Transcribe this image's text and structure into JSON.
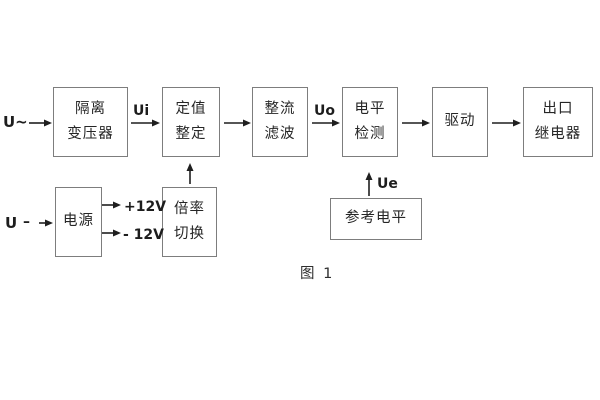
{
  "figure": {
    "caption": "图 1"
  },
  "inputs": {
    "ac_label": "U~",
    "dc_label": "U",
    "dc_dash": "–"
  },
  "signals": {
    "ui": "Ui",
    "uo": "Uo",
    "ue": "Ue",
    "plus_12v": "+12V",
    "minus_12v": "- 12V"
  },
  "blocks": {
    "isolation_transformer": {
      "line1": "隔离",
      "line2": "变压器"
    },
    "setting_adjust": {
      "line1": "定值",
      "line2": "整定"
    },
    "rectifier_filter": {
      "line1": "整流",
      "line2": "滤波"
    },
    "level_detect": {
      "line1": "电平",
      "line2": "检测"
    },
    "drive": {
      "line1": "驱动"
    },
    "output_relay": {
      "line1": "出口",
      "line2": "继电器"
    },
    "power_supply": {
      "line1": "电源"
    },
    "ratio_switch": {
      "line1": "倍率",
      "line2": "切换"
    },
    "reference_level": {
      "line1": "参考电平"
    }
  },
  "colors": {
    "background": "#ffffff",
    "box_border": "#7d7d7d",
    "line": "#1f1f1f",
    "text": "#262626"
  }
}
